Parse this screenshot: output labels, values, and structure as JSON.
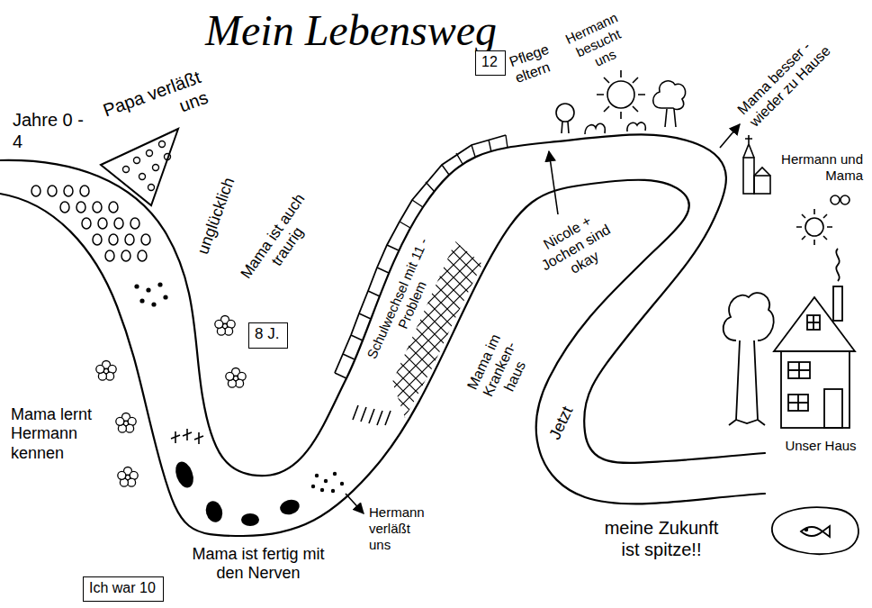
{
  "diagram": {
    "title": "Mein Lebensweg",
    "nodes": [
      {
        "text": [
          "12"
        ]
      },
      {
        "text": [
          "8 J."
        ]
      },
      {
        "text": [
          "Ich war 10"
        ]
      }
    ],
    "labels": [
      "Jahre 0 - 4",
      "Papa verläßt uns",
      "Hermann besucht uns",
      "Pflege eltern",
      "Mama besser - wieder zu Hause",
      "Hermann und Mama",
      "unglücklich",
      "Mama ist auch traurig",
      "Schulwechsel mit 11 - Problem",
      "Mama im Kranken- haus",
      "Nicole + Jochen sind okay",
      "Mama lernt Hermann kennen",
      "Unser Haus",
      "Jetzt",
      "Hermann verläßt uns",
      "Mama ist fertig mit den Nerven",
      "meine Zukunft ist spitze!!"
    ]
  }
}
